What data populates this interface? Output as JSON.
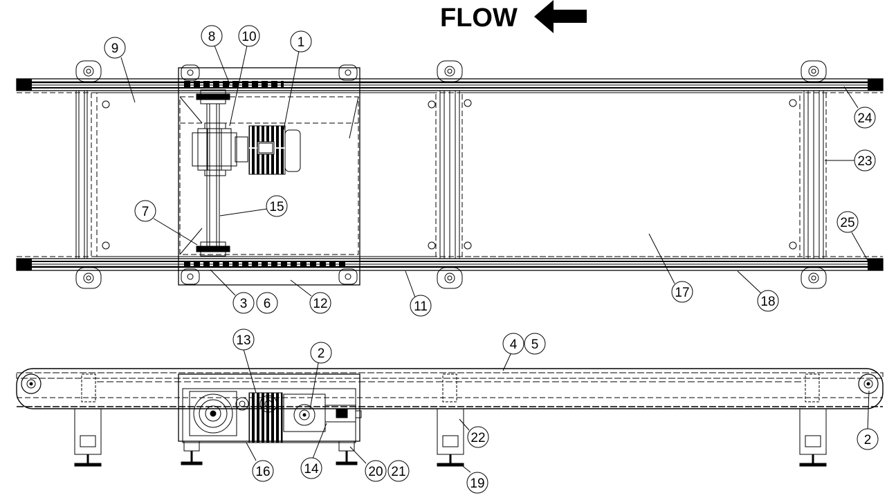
{
  "flow": {
    "label": "FLOW",
    "direction": "left"
  },
  "balloons": {
    "b1": "1",
    "b2a": "2",
    "b2b": "2",
    "b3": "3",
    "b4": "4",
    "b5": "5",
    "b6": "6",
    "b7": "7",
    "b8": "8",
    "b9": "9",
    "b10": "10",
    "b11": "11",
    "b12": "12",
    "b13": "13",
    "b14": "14",
    "b15": "15",
    "b16": "16",
    "b17": "17",
    "b18": "18",
    "b19": "19",
    "b20": "20",
    "b21": "21",
    "b22": "22",
    "b23": "23",
    "b24": "24",
    "b25": "25"
  }
}
